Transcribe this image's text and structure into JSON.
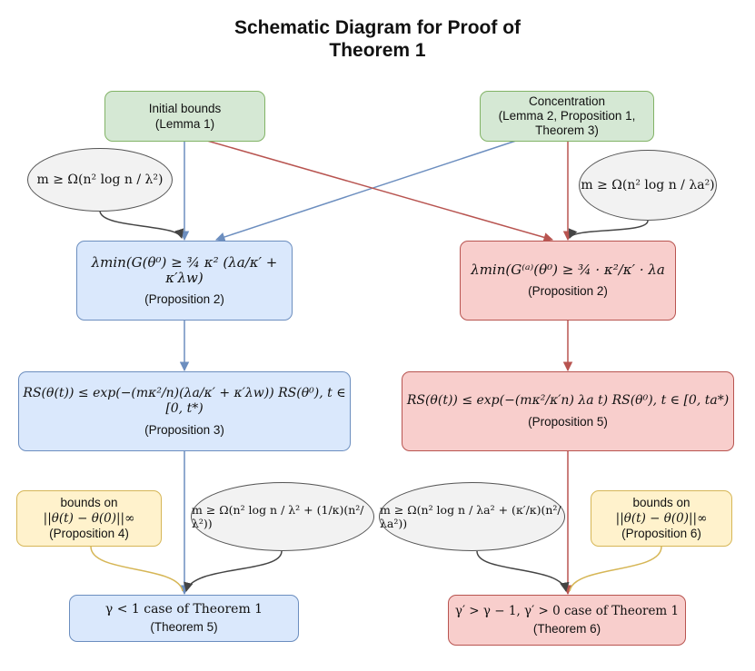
{
  "title": {
    "line1": "Schematic Diagram for Proof of",
    "line2": "Theorem 1"
  },
  "nodes": {
    "lemma1": {
      "line1": "Initial bounds",
      "line2": "(Lemma 1)"
    },
    "concentration": {
      "line1": "Concentration",
      "line2": "(Lemma 2, Proposition 1,",
      "line3": "Theorem 3)"
    },
    "prop2_left": {
      "formula": "λmin(G(θ⁰) ≥ ¾ κ² (λa/κ′ + κ′λw)",
      "label": "(Proposition 2)"
    },
    "prop2_right": {
      "formula": "λmin(G⁽ᵃ⁾(θ⁰) ≥ ¾ · κ²/κ′ · λa",
      "label": "(Proposition 2)"
    },
    "prop3": {
      "formula": "RS(θ(t)) ≤ exp(−(mκ²/n)(λa/κ′ + κ′λw)) RS(θ⁰), t ∈ [0, t*)",
      "label": "(Proposition 3)"
    },
    "prop5": {
      "formula": "RS(θ(t)) ≤ exp(−(mκ²/κ′n) λa t) RS(θ⁰), t ∈ [0, ta*)",
      "label": "(Proposition 5)"
    },
    "prop4": {
      "line1": "bounds on",
      "formula": "||θ(t) − θ(0)||∞",
      "line3": "(Proposition 4)"
    },
    "prop6": {
      "line1": "bounds on",
      "formula": "||θ(t) − θ(0)||∞",
      "line3": "(Proposition 6)"
    },
    "theorem5": {
      "formula": "γ < 1 case of Theorem 1",
      "label": "(Theorem 5)"
    },
    "theorem6": {
      "formula": "γ′ > γ − 1, γ′ > 0 case of Theorem 1",
      "label": "(Theorem 6)"
    }
  },
  "conditions": {
    "c1": "m ≥ Ω(n² log n / λ²)",
    "c2": "m ≥ Ω(n² log n / λa²)",
    "c3": "m ≥ Ω(n² log n / λ² + (1/κ)(n²/λ²))",
    "c4": "m ≥ Ω(n² log n / λa² + (κ′/κ)(n²/λa²))"
  },
  "colors": {
    "green_fill": "#d5e8d4",
    "green_border": "#82b366",
    "blue_fill": "#dae8fc",
    "blue_border": "#6c8ebf",
    "blue_arrow": "#6c8ebf",
    "red_fill": "#f8cecc",
    "red_border": "#b85450",
    "red_arrow": "#b85450",
    "yellow_fill": "#fff2cc",
    "yellow_border": "#d6b656",
    "condition_fill": "#f2f2f2",
    "condition_arrow": "#444444"
  }
}
